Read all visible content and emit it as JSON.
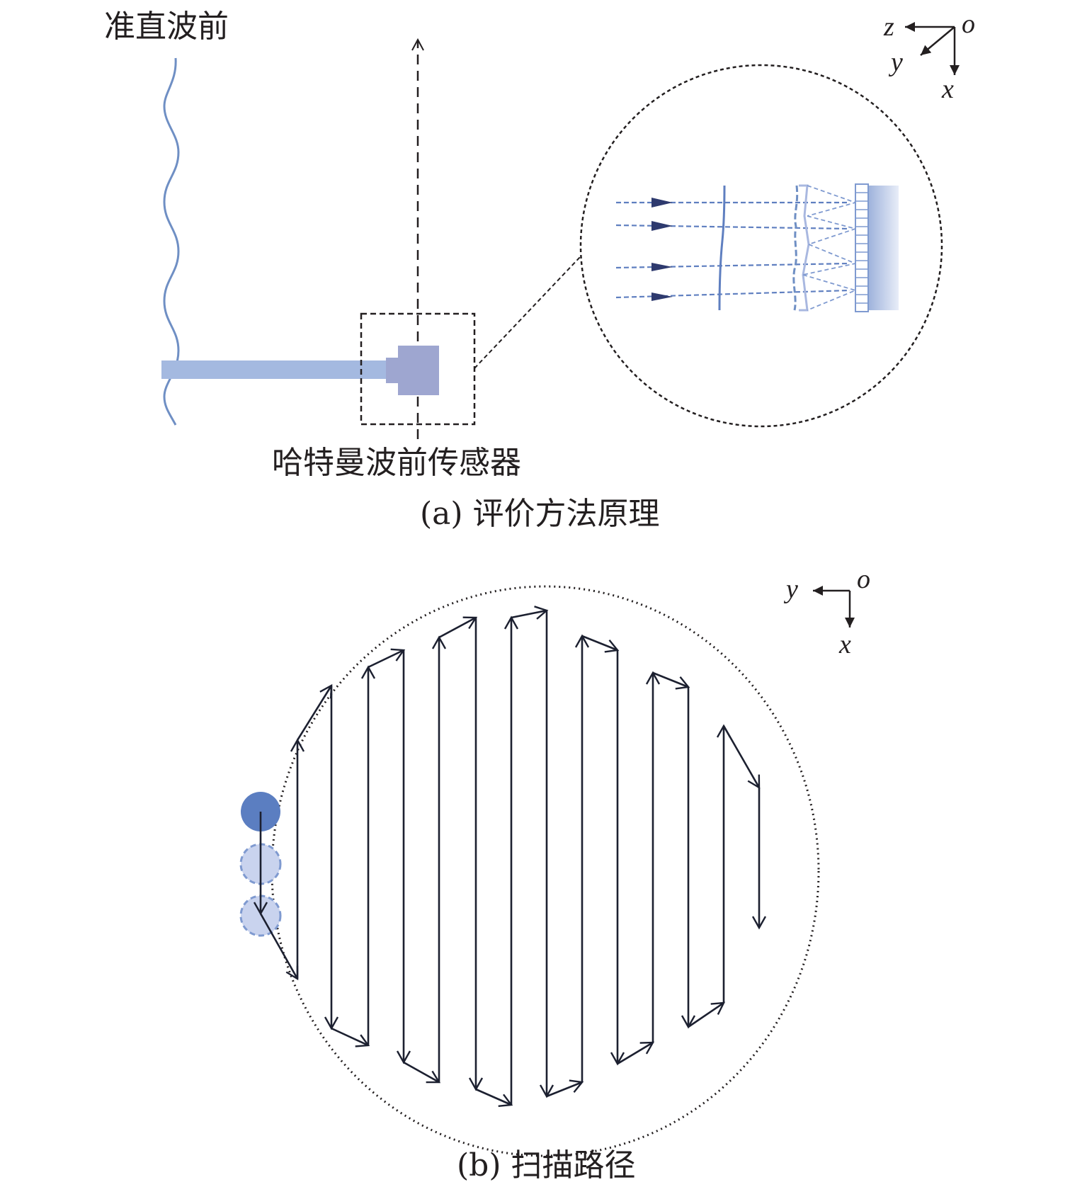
{
  "panel_a": {
    "label_wavefront": "准直波前",
    "label_sensor": "哈特曼波前传感器",
    "caption": "(a) 评价方法原理",
    "axes": {
      "z": "z",
      "o": "o",
      "y": "y",
      "x": "x"
    }
  },
  "panel_b": {
    "caption": "(b) 扫描路径",
    "axes": {
      "y": "y",
      "o": "o",
      "x": "x"
    }
  },
  "colors": {
    "ink": "#231f20",
    "wave": "#6f8fc4",
    "beam": "#a4b9e0",
    "sensor": "#9ea6d0",
    "dot": "#5b7ec1",
    "dot_light": "#c9d3ee",
    "path": "#1c2030"
  }
}
